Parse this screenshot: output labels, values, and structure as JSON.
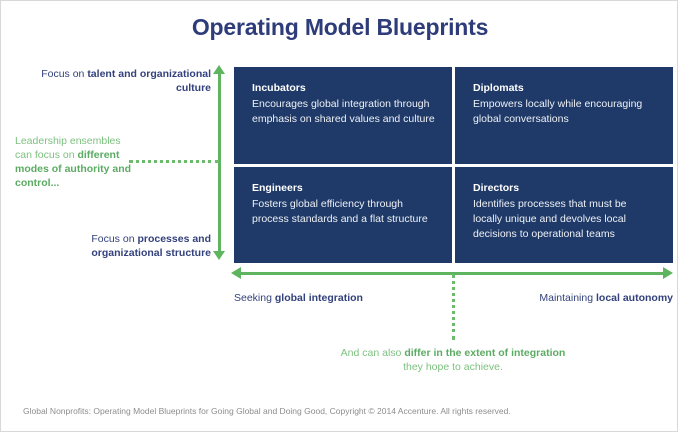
{
  "page": {
    "title": "Operating Model Blueprints",
    "accent_navy": "#1f3a68",
    "accent_title": "#2e3d7a",
    "accent_green": "#5fb45f",
    "note_green": "#7dc17f"
  },
  "matrix": {
    "quadrants": [
      {
        "position": "top-left",
        "title": "Incubators",
        "description": "Encourages global integration through emphasis on shared values and culture"
      },
      {
        "position": "top-right",
        "title": "Diplomats",
        "description": "Empowers locally while encouraging global conversations"
      },
      {
        "position": "bottom-left",
        "title": "Engineers",
        "description": "Fosters global efficiency through process standards and a flat structure"
      },
      {
        "position": "bottom-right",
        "title": "Directors",
        "description": "Identifies processes that must be locally unique and devolves local decisions to operational teams"
      }
    ]
  },
  "axes": {
    "vertical": {
      "top_label_plain": "Focus on ",
      "top_label_bold": "talent and organizational culture",
      "bottom_label_plain": "Focus on ",
      "bottom_label_bold": "processes and organizational structure"
    },
    "horizontal": {
      "left_label_plain": "Seeking ",
      "left_label_bold": "global integration",
      "right_label_plain": "Maintaining ",
      "right_label_bold": "local autonomy"
    }
  },
  "annotations": {
    "left_note": {
      "part1": "Leadership ensembles can focus on ",
      "bold": "different modes of authority and control...",
      "part2": ""
    },
    "bottom_note": {
      "part1": "And can also ",
      "bold": "differ in the extent of integration",
      "part2": " they hope to achieve."
    }
  },
  "footer": {
    "text": "Global Nonprofits: Operating Model Blueprints for Going Global and Doing Good, Copyright © 2014 Accenture. All rights reserved."
  }
}
